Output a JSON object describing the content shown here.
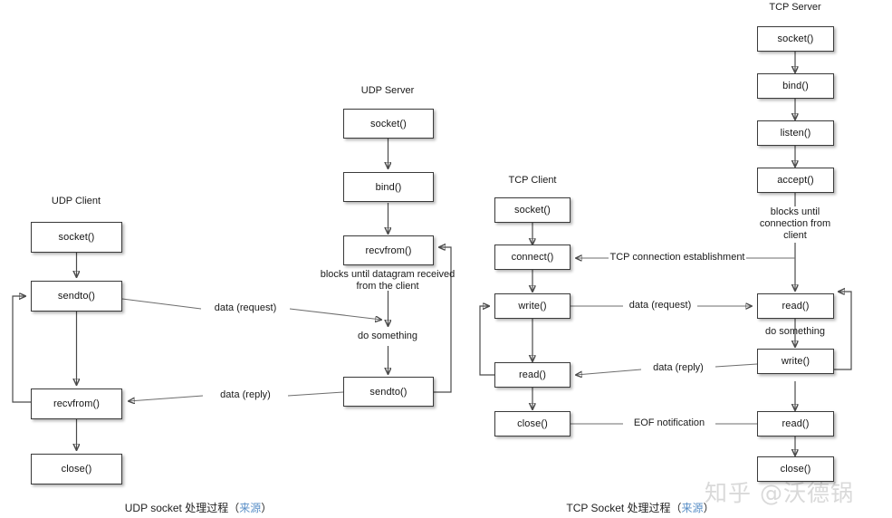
{
  "diagram": {
    "title": "UDP and TCP socket processing flow diagrams",
    "watermark": "知乎 @沃德锅",
    "columns": [
      {
        "id": "udp-client",
        "header": "UDP Client",
        "nodes": [
          {
            "id": "udp-client-socket",
            "label": "socket()"
          },
          {
            "id": "udp-client-sendto",
            "label": "sendto()"
          },
          {
            "id": "udp-client-recvfrom",
            "label": "recvfrom()"
          },
          {
            "id": "udp-client-close",
            "label": "close()"
          }
        ]
      },
      {
        "id": "udp-server",
        "header": "UDP Server",
        "nodes": [
          {
            "id": "udp-server-socket",
            "label": "socket()"
          },
          {
            "id": "udp-server-bind",
            "label": "bind()"
          },
          {
            "id": "udp-server-recvfrom",
            "label": "recvfrom()"
          },
          {
            "id": "udp-server-sendto",
            "label": "sendto()"
          }
        ],
        "notes": [
          {
            "id": "udp-server-block-note",
            "label": "blocks until datagram received from the client"
          },
          {
            "id": "udp-server-do-note",
            "label": "do something"
          }
        ]
      },
      {
        "id": "tcp-client",
        "header": "TCP Client",
        "nodes": [
          {
            "id": "tcp-client-socket",
            "label": "socket()"
          },
          {
            "id": "tcp-client-connect",
            "label": "connect()"
          },
          {
            "id": "tcp-client-write",
            "label": "write()"
          },
          {
            "id": "tcp-client-read",
            "label": "read()"
          },
          {
            "id": "tcp-client-close",
            "label": "close()"
          }
        ]
      },
      {
        "id": "tcp-server",
        "header": "TCP Server",
        "nodes": [
          {
            "id": "tcp-server-socket",
            "label": "socket()"
          },
          {
            "id": "tcp-server-bind",
            "label": "bind()"
          },
          {
            "id": "tcp-server-listen",
            "label": "listen()"
          },
          {
            "id": "tcp-server-accept",
            "label": "accept()"
          },
          {
            "id": "tcp-server-read1",
            "label": "read()"
          },
          {
            "id": "tcp-server-write",
            "label": "write()"
          },
          {
            "id": "tcp-server-read2",
            "label": "read()"
          },
          {
            "id": "tcp-server-close",
            "label": "close()"
          }
        ],
        "notes": [
          {
            "id": "tcp-server-block-note",
            "label": "blocks until connection from client"
          },
          {
            "id": "tcp-server-do-note",
            "label": "do something"
          }
        ]
      }
    ],
    "connector_labels": [
      {
        "id": "udp-data-request",
        "label": "data (request)"
      },
      {
        "id": "udp-data-reply",
        "label": "data (reply)"
      },
      {
        "id": "tcp-conn-establish",
        "label": "TCP connection establishment"
      },
      {
        "id": "tcp-data-request",
        "label": "data (request)"
      },
      {
        "id": "tcp-data-reply",
        "label": "data (reply)"
      },
      {
        "id": "tcp-eof",
        "label": "EOF notification"
      }
    ],
    "captions": [
      {
        "id": "udp-caption",
        "text": "UDP socket 处理过程（",
        "link": "来源",
        "tail": "）"
      },
      {
        "id": "tcp-caption",
        "text": "TCP Socket 处理过程（",
        "link": "来源",
        "tail": "）"
      }
    ],
    "colors": {
      "box_border": "#3a3a3a",
      "box_fill": "#ffffff",
      "wire": "#4a4a4a",
      "link": "#5a8fc7",
      "watermark": "#d9d9d9"
    }
  }
}
